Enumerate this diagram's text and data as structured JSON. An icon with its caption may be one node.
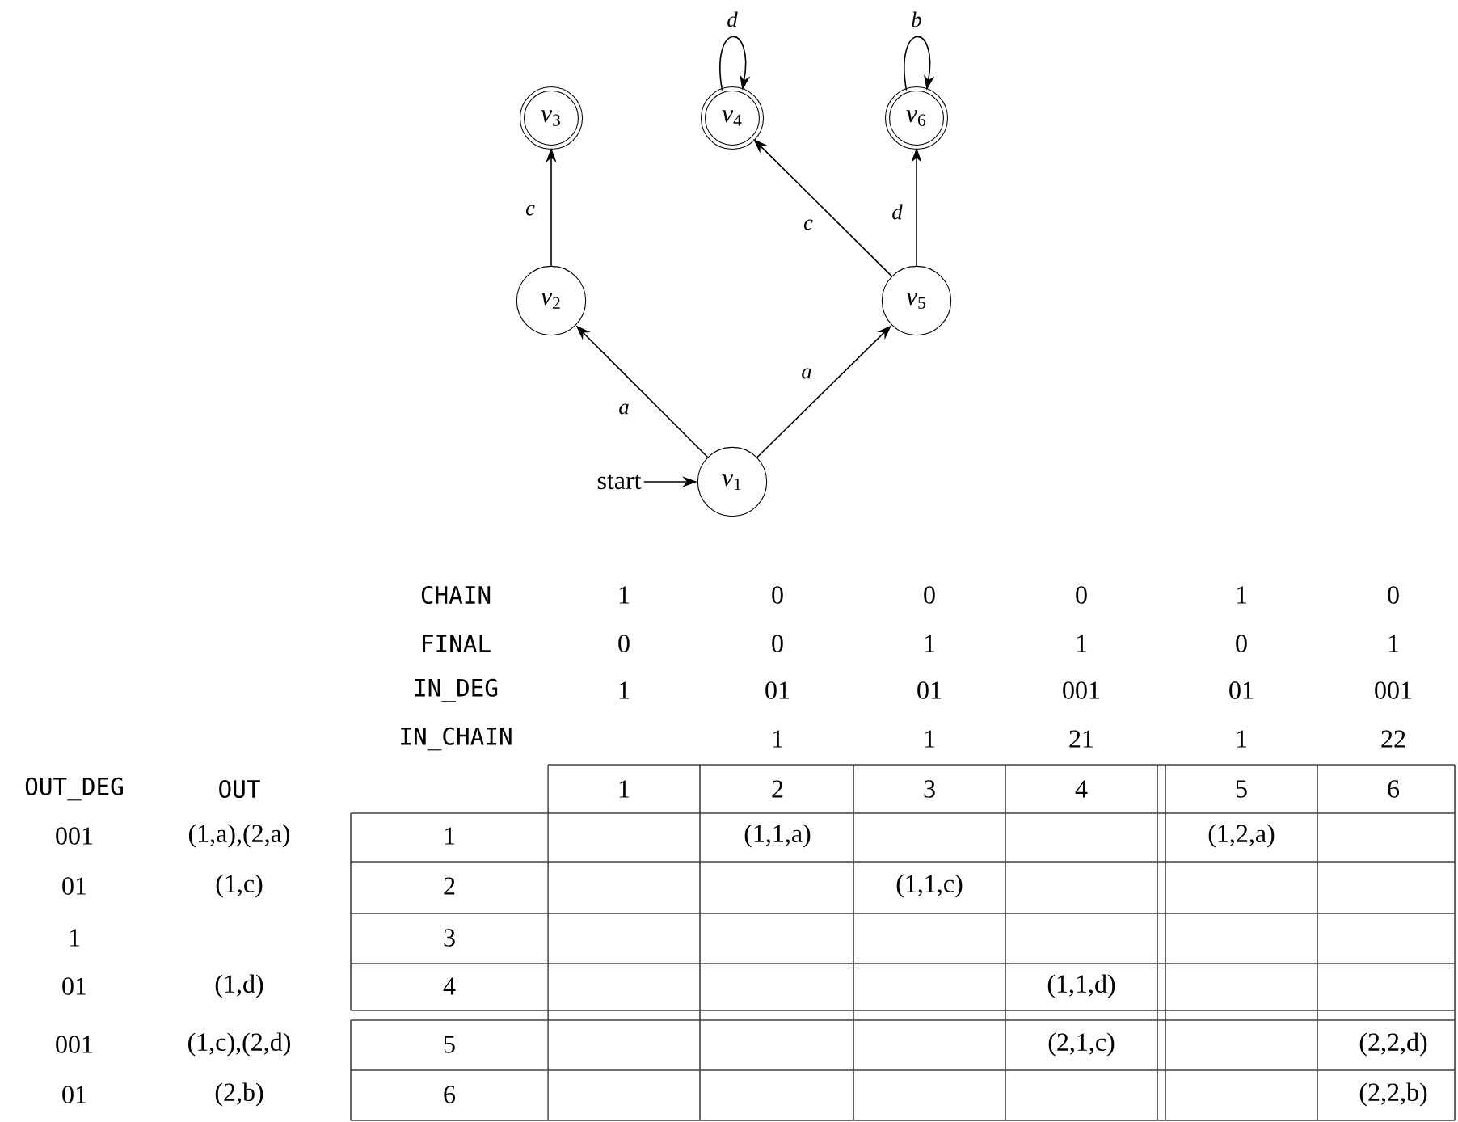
{
  "diagram": {
    "nodes": [
      {
        "text": [
          "start"
        ]
      },
      {
        "text": [
          "*v*$_{1}$"
        ]
      },
      {
        "text": [
          "*v*$_{2}$"
        ]
      },
      {
        "text": [
          "*v*$_{3}$"
        ]
      },
      {
        "text": [
          "*v*$_{4}$"
        ]
      },
      {
        "text": [
          "*v*$_{5}$"
        ]
      },
      {
        "text": [
          "*v*$_{6}$"
        ]
      }
    ],
    "edges": [
      {
        "from": 0,
        "to": 1,
        "arrow": "to"
      },
      {
        "from": 1,
        "to": 2,
        "arrow": "to",
        "label": "a"
      },
      {
        "from": 2,
        "to": 3,
        "arrow": "to",
        "label": "c"
      },
      {
        "from": 1,
        "to": 5,
        "arrow": "to",
        "label": "a"
      },
      {
        "from": 5,
        "to": 4,
        "arrow": "to",
        "label": "c"
      },
      {
        "from": 5,
        "to": 6,
        "arrow": "to",
        "label": "d"
      },
      {
        "from": 4,
        "to": 4,
        "arrow": "to",
        "label": "d"
      },
      {
        "from": 6,
        "to": 6,
        "arrow": "to",
        "label": "b"
      }
    ],
    "labels": [
      "CHAIN",
      "1",
      "0",
      "0",
      "0",
      "1",
      "0",
      "FINAL",
      "0",
      "0",
      "1",
      "1",
      "0",
      "1",
      "IN_DEG",
      "1",
      "01",
      "01",
      "001",
      "01",
      "001",
      "IN_CHAIN",
      "1",
      "1",
      "21",
      "1",
      "22",
      "OUT_DEG",
      "OUT",
      "1",
      "2",
      "3",
      "4",
      "5",
      "6",
      "001",
      "(1,a),(2,a)",
      "1",
      "(1,1,a)",
      "(1,2,a)",
      "01",
      "(1,c)",
      "2",
      "(1,1,c)",
      "1",
      "3",
      "01",
      "(1,d)",
      "4",
      "(1,1,d)",
      "001",
      "(1,c),(2,d)",
      "5",
      "(2,1,c)",
      "(2,2,d)",
      "01",
      "(2,b)",
      "6",
      "(2,2,b)"
    ]
  }
}
